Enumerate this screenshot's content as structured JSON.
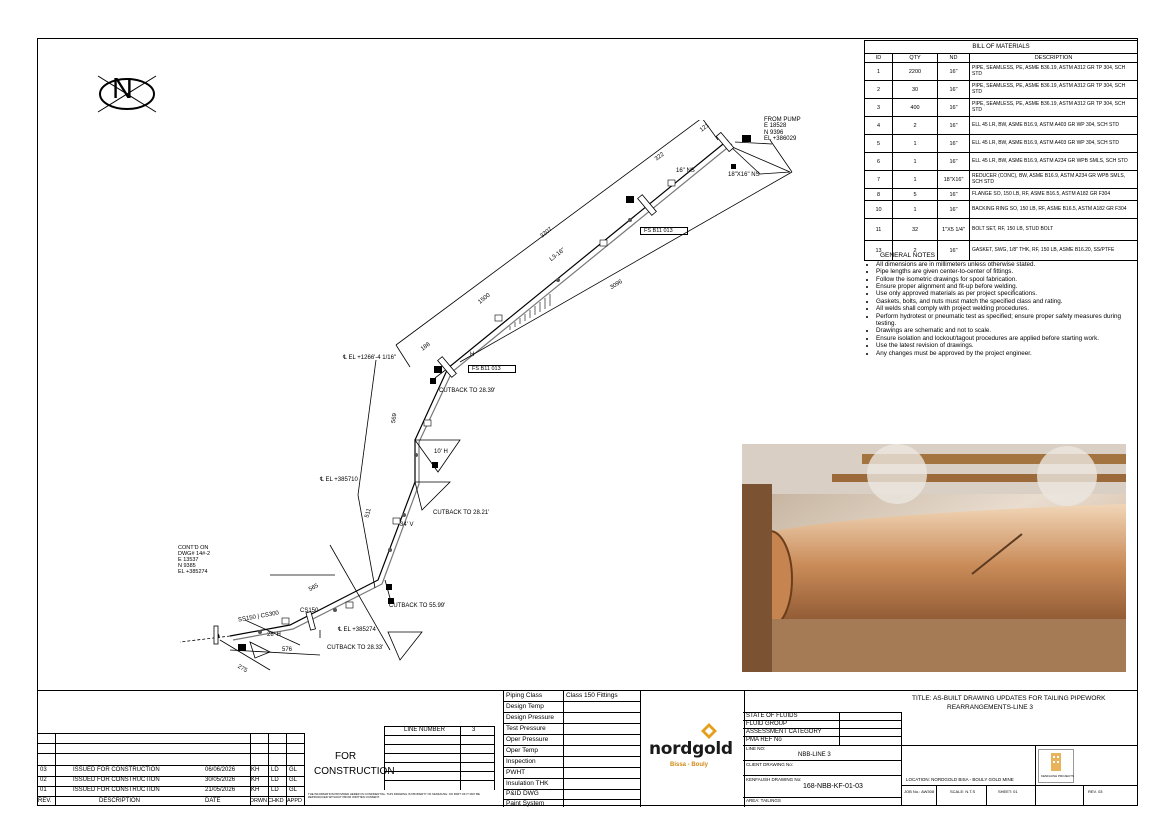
{
  "north_label": "N",
  "bom": {
    "title": "BILL OF MATERIALS",
    "headers": [
      "ID",
      "QTY",
      "ND",
      "DESCRIPTION"
    ],
    "rows": [
      {
        "id": "1",
        "qty": "2200",
        "nd": "16\"",
        "desc": "PIPE, SEAMLESS, PE, ASME B36.19, ASTM A312 GR TP 304, SCH STD"
      },
      {
        "id": "2",
        "qty": "30",
        "nd": "16\"",
        "desc": "PIPE, SEAMLESS, PE, ASME B36.19, ASTM A312 GR TP 304, SCH STD"
      },
      {
        "id": "3",
        "qty": "400",
        "nd": "16\"",
        "desc": "PIPE, SEAMLESS, PE, ASME B36.19, ASTM A312 GR TP 304, SCH STD"
      },
      {
        "id": "4",
        "qty": "2",
        "nd": "16\"",
        "desc": "ELL 45 LR, BW, ASME B16.9, ASTM A403 GR WP 304, SCH STD"
      },
      {
        "id": "5",
        "qty": "1",
        "nd": "16\"",
        "desc": "ELL 45 LR, BW, ASME B16.9, ASTM A403 GR WP 304, SCH STD"
      },
      {
        "id": "6",
        "qty": "1",
        "nd": "16\"",
        "desc": "ELL 45 LR, BW, ASME B16.9, ASTM A234 GR WPB SMLS, SCH STD"
      },
      {
        "id": "7",
        "qty": "1",
        "nd": "18\"X16\"",
        "desc": "REDUCER (CONC), BW, ASME B16.9, ASTM A234 GR WPB SMLS, SCH STD"
      },
      {
        "id": "8",
        "qty": "5",
        "nd": "16\"",
        "desc": "FLANGE SO, 150 LB, RF, ASME B16.5, ASTM A182 GR F304"
      },
      {
        "id": "10",
        "qty": "1",
        "nd": "16\"",
        "desc": "BACKING RING SO, 150 LB, RF, ASME B16.5, ASTM A182 GR F304"
      },
      {
        "id": "11",
        "qty": "32",
        "nd": "1\"X5 1/4\"",
        "desc": "BOLT SET, RF, 150 LB, STUD BOLT"
      },
      {
        "id": "13",
        "qty": "2",
        "nd": "16\"",
        "desc": "GASKET, SWG, 1/8\" THK, RF, 150 LB, ASME B16.20, SS/PTFE"
      }
    ]
  },
  "notes": {
    "title": "GENERAL NOTES",
    "items": [
      "All dimensions are in millimeters unless otherwise stated.",
      "Pipe lengths are given center-to-center of fittings.",
      "Follow the isometric drawings for spool fabrication.",
      "Ensure proper alignment and fit-up before welding.",
      "Use only approved materials as per project specifications.",
      "Gaskets, bolts, and nuts must match the specified class and rating.",
      "All welds shall comply with project welding procedures.",
      "Perform hydrotest or pneumatic test as specified; ensure proper safety measures during testing.",
      "Drawings are schematic and not to scale.",
      "Ensure isolation and lockout/tagout procedures are applied before starting work.",
      "Use the latest revision of drawings.",
      "Any changes must be approved by the project engineer."
    ]
  },
  "iso": {
    "from_pump": [
      "FROM PUMP",
      "E 18528",
      "N 9396",
      "EL +386029"
    ],
    "contd": [
      "CONT'D ON",
      "DWG# 14#-2",
      "E 13537",
      "N 9385",
      "EL +385274"
    ],
    "el_top": "℄ EL +1266'-4 1/16\"",
    "el_mid": "℄ EL +385710",
    "el_bot": "℄ EL +385274",
    "cutback_1": "CUTBACK TO 28.39'",
    "cutback_2": "CUTBACK TO 28.21'",
    "cutback_3": "CUTBACK TO 55.99'",
    "cutback_4": "CUTBACK TO 28.33'",
    "tag_1": "FS B11 013",
    "tag_2": "FS B11 013",
    "reducer": "18\"X16\" NS",
    "ns16": "16\" NS",
    "line_label": "L3-16\"",
    "dim_3207": "3207",
    "dim_3096": "3096",
    "dim_322": "322",
    "dim_121": "121",
    "dim_1500": "1500",
    "dim_188": "188",
    "dim_569": "569",
    "dim_511": "511",
    "dim_565": "565",
    "dim_576": "576",
    "dim_275": "275",
    "dim_10h": "10' H",
    "dim_28h": "28' H",
    "dim_34v": "34' V",
    "ss150": "SS150 | CS300",
    "cs150": "CS150",
    "weld_h": "H"
  },
  "revisions": {
    "rows": [
      {
        "rev": "03",
        "desc": "ISSUED FOR CONSTRUCTION",
        "date": "06/06/2026",
        "drwn": "KH",
        "chkd": "LD",
        "appd": "GL"
      },
      {
        "rev": "02",
        "desc": "ISSUED FOR CONSTRUCTION",
        "date": "30/05/2026",
        "drwn": "KH",
        "chkd": "LD",
        "appd": "GL"
      },
      {
        "rev": "01",
        "desc": "ISSUED FOR CONSTRUCTION",
        "date": "21/05/2026",
        "drwn": "KH",
        "chkd": "LD",
        "appd": "GL"
      }
    ],
    "headers": {
      "rev": "REV.",
      "desc": "DESCRIPTION",
      "date": "DATE",
      "drwn": "DRWN",
      "chkd": "CHKD",
      "appd": "APPD"
    }
  },
  "for_construction": [
    "FOR",
    "CONSTRUCTION"
  ],
  "line_number": {
    "label": "LINE NUMBER",
    "value": "3"
  },
  "piping": {
    "class_label": "Piping Class",
    "class_value": "Class 150 Fittings",
    "fields": [
      "Design Temp",
      "Design Pressure",
      "Test Pressure",
      "Oper Pressure",
      "Oper Temp",
      "Inspection",
      "PWHT",
      "Insulation THK",
      "P&ID DWG",
      "Paint System"
    ]
  },
  "logo": {
    "name": "nordgold",
    "sub": "Bissa - Bouly"
  },
  "fluids": {
    "rows": [
      "STATE OF FLUIDS",
      "FLUID GROUP",
      "ASSESSMENT CATEGORY",
      "PMA REF No"
    ],
    "line_no_label": "LINE NO:",
    "line_no_value": "NBB-LINE 3",
    "client_dwg_label": "CLIENT DRAWING No:",
    "kenfaush_dwg_label": "KENFAUSH DRAWING No:",
    "kenfaush_dwg_value": "168-NBB-KF-01-03",
    "area": "AREA: TAILINGS"
  },
  "title_block": {
    "title_1": "TITLE: AS-BUILT DRAWING UPDATES FOR TAILING PIPEWORK",
    "title_2": "REARRANGEMENTS-LINE 3",
    "location": "LOCATION: NORDGOLD BISA - BOULY GOLD MINE",
    "job_no": "JOB No.: AW308",
    "scale": "SCALE: N.T.S",
    "sheet": "SHEET: 01",
    "rev": "REV. 03",
    "company_logo_text": "KENFAUSH PROJECTS"
  },
  "fine_print": "THE INFORMATION PROVIDED HEREIN IS CONFIDENTIAL. THIS DRAWING IS PROPERTY OF KENFAUSH. NO PART OF IT MAY BE REPRODUCED WITHOUT PRIOR WRITTEN CONSENT."
}
